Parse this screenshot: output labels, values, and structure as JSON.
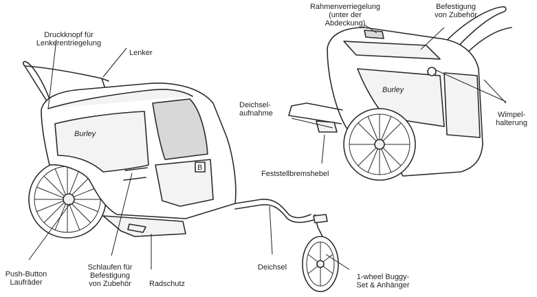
{
  "labels": {
    "push_button": "Druckknopf für\nLenkerentriegelung",
    "handlebar": "Lenker",
    "roof_lock": "Rahmenverriegelung\n(unter der\nAbdeckung)",
    "accessory_mount_top": "Befestigung\nvon Zubehör",
    "tow_hitch": "Deichsel-\naufnahme",
    "flag_holder": "Wimpel-\nhalterung",
    "parking_brake": "Feststellbremshebel",
    "push_button_wheels": "Push-Button\nLaufräder",
    "accessory_loops": "Schlaufen für\nBefestigung\nvon Zubehör",
    "fender": "Radschutz",
    "tow_bar": "Deichsel",
    "buggy_set": "1-wheel Buggy-\nSet & Anhänger"
  },
  "brand": "Burley",
  "badge": "B",
  "colors": {
    "ink": "#2a2a2a",
    "panel": "#f3f3f3",
    "window": "#d8d8d8"
  }
}
